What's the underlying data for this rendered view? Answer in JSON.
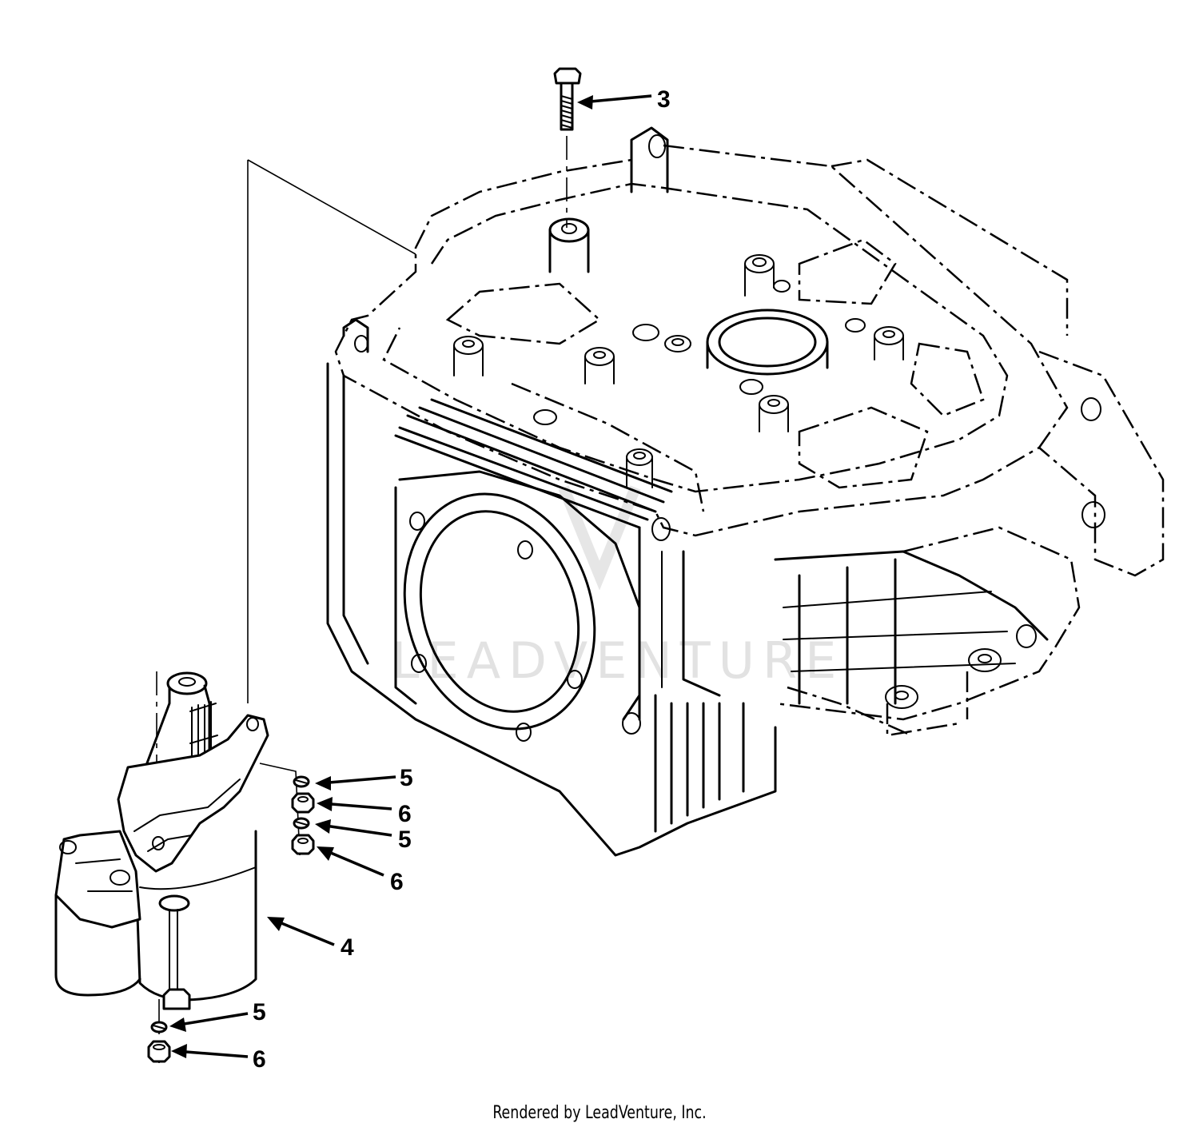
{
  "watermark": "LEADVENTURE",
  "footer": "Rendered by LeadVenture, Inc.",
  "callouts": [
    {
      "label": "3"
    },
    {
      "label": "5"
    },
    {
      "label": "6"
    },
    {
      "label": "5"
    },
    {
      "label": "6"
    },
    {
      "label": "4"
    },
    {
      "label": "5"
    },
    {
      "label": "6"
    }
  ]
}
